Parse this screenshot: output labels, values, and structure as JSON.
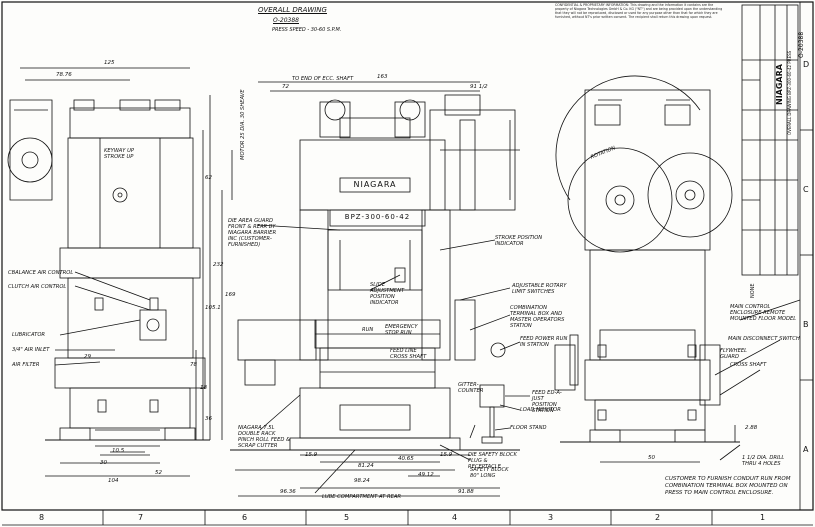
{
  "header": {
    "title": "OVERALL DRAWING",
    "number": "O-20388",
    "speed": "PRESS SPEED - 30-60 S.P.M."
  },
  "confidential_text": "CONFIDENTIAL & PROPRIETARY INFORMATION: This drawing and the information it contains are the property of Niagara Technologies GmbH & Co. KG (\"NT\") and are being provided upon the understanding that they will not be reproduced, disclosed or used for any purpose other than that for which they are furnished, without NT's prior written consent. The recipient shall return this drawing upon request.",
  "nameplate": {
    "brand": "NIAGARA",
    "model": "BPZ-300-60-42"
  },
  "labels": {
    "keyway": "KEYWAY UP STROKE UP",
    "balance_air": "CBALANCE AIR CONTROL",
    "clutch_air": "CLUTCH AIR CONTROL",
    "lubricator": "LUBRICATOR",
    "air_inlet": "3/4\" AIR INLET",
    "air_filter": "AIR FILTER",
    "die_guard": "DIE AREA GUARD FRONT & REAR BY NIAGARA BARRIER INC (CUSTOMER-FURNISHED)",
    "slide_adj": "SLIDE ADJUSTMENT POSITION INDICATOR",
    "run": "RUN",
    "emergency": "EMERGENCY STOP RUN",
    "feed_line": "FEED LINE CROSS SHAFT",
    "stroke_pos": "STROKE POSITION INDICATOR",
    "rotary_limit": "ADJUSTABLE ROTARY LIMIT SWITCHES",
    "combo_terminal": "COMBINATION TERMINAL BOX AND MASTER OPERATORS STATION",
    "feed_power": "FEED POWER RUN IN STATION",
    "feed_edst": "FEED ED-A-JUST POSITION STATION",
    "gitter": "GITTER- COUNTER",
    "load_monitor": "LOAD MONITOR",
    "floor_stand": "FLOOR STAND",
    "niagara_roll": "NIAGARA 7.5L DOUBLE RACK PINCH ROLL FEED & SCRAP CUTTER",
    "die_safety": "DIE SAFETY BLOCK PLUG & RECEPTACLE",
    "safety_block": "SAFETY BLOCK 80\" LONG",
    "lube_comp": "LUBE COMPARTMENT AT REAR",
    "main_control": "MAIN CONTROL ENCLOSURE REMOTE MOUNTED FLOOR MODEL",
    "main_disconnect": "MAIN DISCONNECT SWITCH",
    "guard": "FLYWHEEL GUARD",
    "cross_shaft": "CROSS SHAFT",
    "drill": "1 1/2 DIA. DRILL THRU 4 HOLES",
    "customer_note": "CUSTOMER TO FURNISH CONDUIT RUN FROM COMBINATION TERMINAL BOX MOUNTED ON PRESS TO MAIN CONTROL ENCLOSURE.",
    "rotation": "ROTATION",
    "end_ecc": "TO END OF ECC. SHAFT",
    "flywheel_dia": "MOTOR 25 DIA. 30 SHEAVE"
  },
  "dims": {
    "d125": "125",
    "d7876": "78.76",
    "d163": "163",
    "d72": "72",
    "d91": "91 1/2",
    "d232": "232",
    "d169": "169",
    "d1051": "105.1",
    "d78": "78",
    "d62": "62",
    "d36": "36",
    "d18": "18",
    "d29": "29",
    "d30": "30",
    "d52": "52",
    "d104": "104",
    "d105": "10.5",
    "d159": "15.9",
    "d159b": "15.9",
    "d8124": "81.24",
    "d4065": "40.65",
    "d9824": "98.24",
    "d4912": "49.12",
    "d9636": "96.36",
    "d9188": "91.88",
    "d288": "2.88",
    "d50": "50"
  },
  "zones_bottom": [
    "8",
    "7",
    "6",
    "5",
    "4",
    "3",
    "2",
    "1"
  ],
  "zones_right": [
    "D",
    "C",
    "B",
    "A"
  ],
  "title_block": {
    "company": "NIAGARA",
    "drawing_no": "O-20388",
    "scale": "NONE",
    "title": "OVERALL DRAWING BPZ-300-60-42 PRESS"
  }
}
